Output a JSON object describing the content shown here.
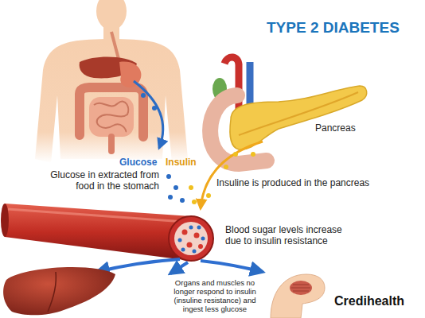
{
  "diagram": {
    "title": "TYPE 2 DIABETES",
    "labels": [
      "Pancreas",
      "Glucose",
      "Insulin",
      "Glucose in extracted from food in the stomach",
      "Insuline is produced in the pancreas",
      "Blood sugar levels increase due to insulin resistance",
      "Organs and muscles no longer respond to insulin (insuline resistance) and ingest less glucose",
      "Credihealth"
    ]
  }
}
